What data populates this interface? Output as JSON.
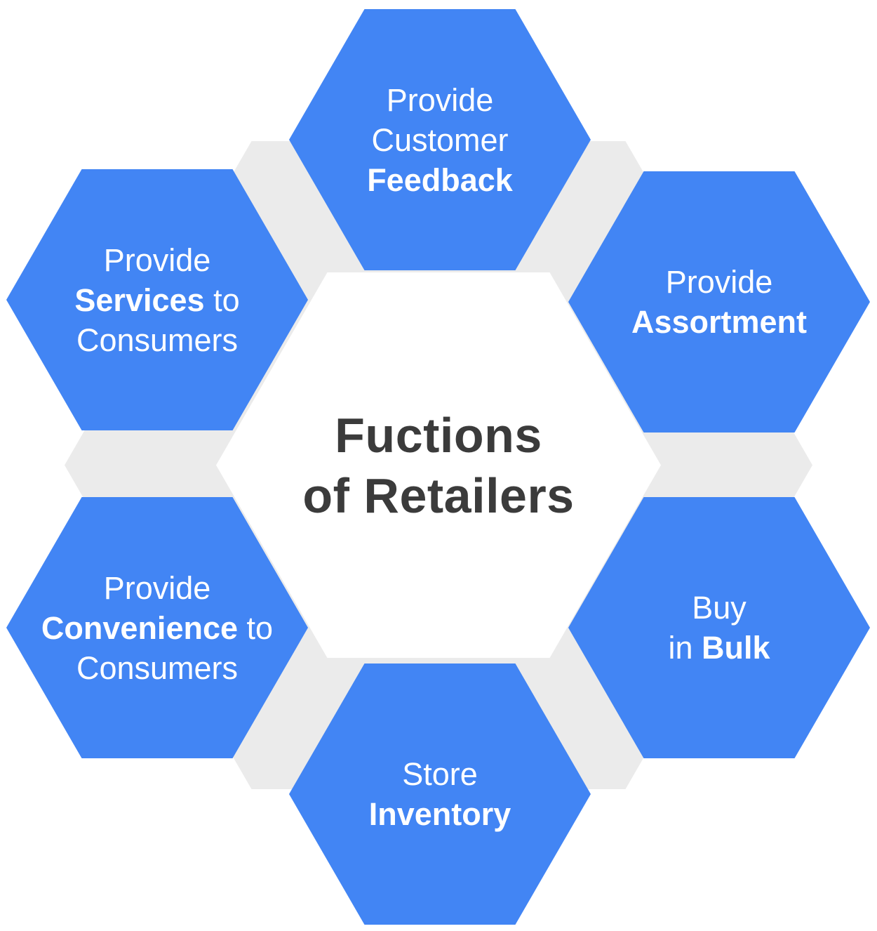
{
  "colors": {
    "hexagon_blue": "#4285F4",
    "ring_gray": "#EBEBEB",
    "title_text": "#3B3B3B",
    "label_text": "#FFFFFF",
    "background": "#FFFFFF"
  },
  "center": {
    "title_line1": "Fuctions",
    "title_line2": "of Retailers"
  },
  "hexes": {
    "top": {
      "line1": "Provide",
      "line2": "Customer",
      "line3_bold": "Feedback"
    },
    "top_right": {
      "line1": "Provide",
      "line2_bold": "Assortment"
    },
    "bottom_right": {
      "line1": "Buy",
      "line2_pre": "in ",
      "line2_bold": "Bulk"
    },
    "bottom": {
      "line1": "Store",
      "line2_bold": "Inventory"
    },
    "bottom_left": {
      "line1": "Provide",
      "line2_bold": "Convenience",
      "line2_rest": " to",
      "line3": "Consumers"
    },
    "top_left": {
      "line1": "Provide",
      "line2_bold": "Services",
      "line2_rest": " to",
      "line3": "Consumers"
    }
  }
}
